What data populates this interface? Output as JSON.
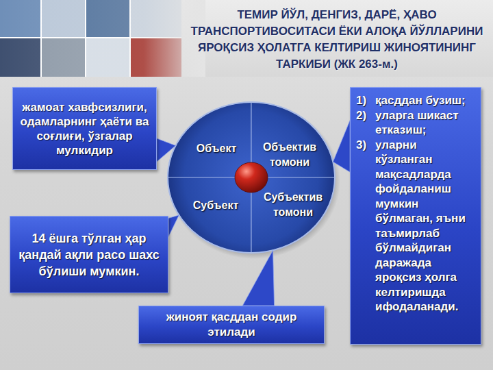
{
  "diagram": {
    "title": "ТЕМИР ЙЎЛ, ДЕНГИЗ, ДАРЁ, ҲАВО ТРАНСПОРТИВОСИТАСИ ЁКИ АЛОҚА ЙЎЛЛАРИНИ ЯРОҚСИЗ ҲОЛАТГА КЕЛТИРИШ ЖИНОЯТИНИНГ ТАРКИБИ (ЖК 263-м.)",
    "nodes": [
      {
        "text": [
          "жамоат хавфсизлиги, одамларнинг ҳаёти ва соғлиғи, ўзгалар мулкидир"
        ]
      },
      {
        "text": [
          "Объект"
        ]
      },
      {
        "text": [
          "Объектив томони"
        ]
      },
      {
        "text": [
          "1)",
          "қасддан бузиш;",
          "2)",
          "уларга шикаст етказиш;",
          "3)",
          "уларни кўзланган мақсадларда фойдаланиш мумкин бўлмаган, яъни таъмирлаб бўлмайдиган даражада яроқсиз ҳолга келтиришда ифодаланади."
        ]
      },
      {
        "text": [
          "Субъект"
        ]
      },
      {
        "text": [
          "Субъектив томони"
        ]
      },
      {
        "text": [
          "14 ёшга тўлган ҳар қандай ақли расо шахс бўлиши мумкин."
        ]
      },
      {
        "text": [
          "жиноят қасддан содир этилади"
        ]
      }
    ],
    "edges": [
      {
        "from": 0,
        "to": 1,
        "arrow": "none"
      },
      {
        "from": 3,
        "to": 2,
        "arrow": "none"
      },
      {
        "from": 6,
        "to": 4,
        "arrow": "none"
      },
      {
        "from": 7,
        "to": 5,
        "arrow": "none"
      }
    ]
  }
}
